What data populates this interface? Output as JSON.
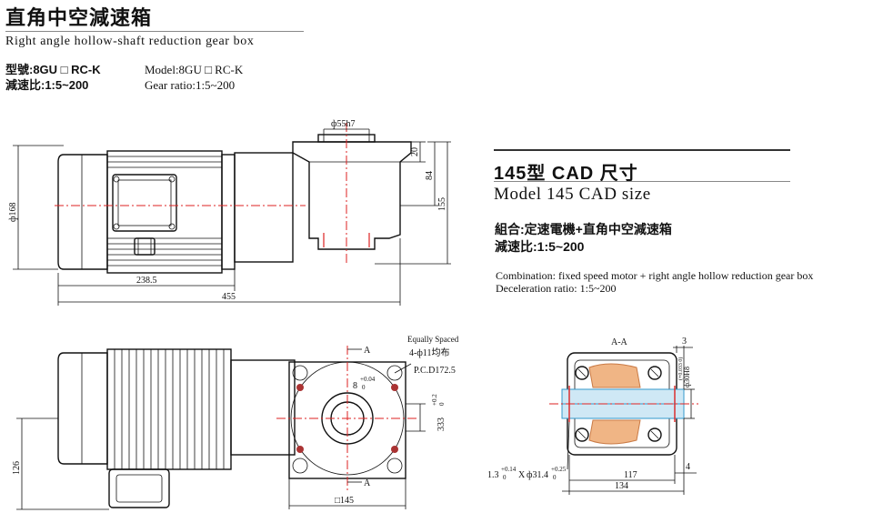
{
  "header": {
    "title": "直角中空減速箱",
    "subtitle": "Right angle hollow-shaft  reduction gear box"
  },
  "spec_left": {
    "model": "型號:8GU  □ RC-K",
    "ratio": "減速比:1:5~200"
  },
  "spec_right": {
    "model": "Model:8GU  □ RC-K",
    "ratio": "Gear ratio:1:5~200"
  },
  "size": {
    "title": "145型 CAD 尺寸",
    "subtitle": "Model 145 CAD size"
  },
  "combo": {
    "cn_line1": "組合:定速電機+直角中空減速箱",
    "cn_line2": "減速比:1:5~200",
    "en_line1": "Combination: fixed speed motor + right angle hollow reduction gear box",
    "en_line2": "Deceleration ratio: 1:5~200"
  },
  "dims": {
    "phi55h7": "ф55h7",
    "d20": "20",
    "d84": "84",
    "d155": "155",
    "phi168": "ф168",
    "d238_5": "238.5",
    "d455": "455",
    "equally_spaced": "Equally Spaced",
    "holes": "4-ф11均布",
    "pcd": "P.C.D172.5",
    "key8": "8",
    "key8_tol_hi": "+0.04",
    "key8_tol_lo": "0",
    "d333": "333",
    "d333_tol_hi": "+0.2",
    "d333_tol_lo": "0",
    "section_a_top": "A",
    "section_a_bottom": "A",
    "sq145": "□145",
    "d126": "126",
    "section_aa": "A-A",
    "d3": "3",
    "phi30": "ф30H8",
    "phi30_tol": "(+0.033 0)",
    "groove1": "1.3",
    "groove1_tol_hi": "+0.14",
    "groove1_tol_lo": "0",
    "groove_x": "X",
    "groove2": "ф31.4",
    "groove2_tol_hi": "+0.25",
    "groove2_tol_lo": "0",
    "d117": "117",
    "d4": "4",
    "d134": "134"
  },
  "colors": {
    "outline": "#111111",
    "centerline": "#dd2222",
    "accent_orange": "#e8a070",
    "accent_blue": "#3399cc"
  }
}
